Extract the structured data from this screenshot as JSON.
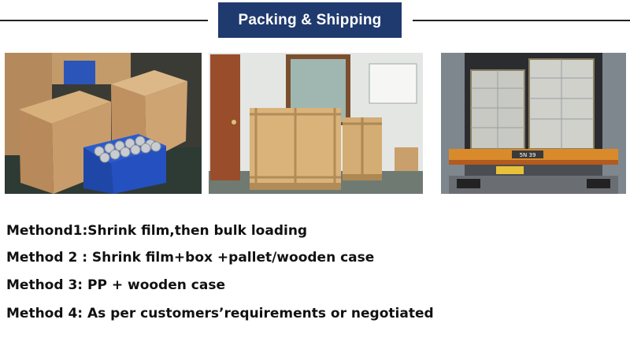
{
  "header": {
    "title": "Packing & Shipping",
    "banner_color": "#1f3a6e"
  },
  "photos": [
    {
      "subject": "cardboard boxes and blue crate of metal fittings"
    },
    {
      "subject": "wooden cases on pallets in a room"
    },
    {
      "subject": "cartons loaded on a truck trailer"
    }
  ],
  "truck_plate": "5N 39",
  "methods": [
    "Methond1:Shrink film,then bulk loading",
    "Method 2 : Shrink film+box +pallet/wooden case",
    "Method 3: PP + wooden case",
    "Method 4: As per customers’requirements or negotiated"
  ]
}
